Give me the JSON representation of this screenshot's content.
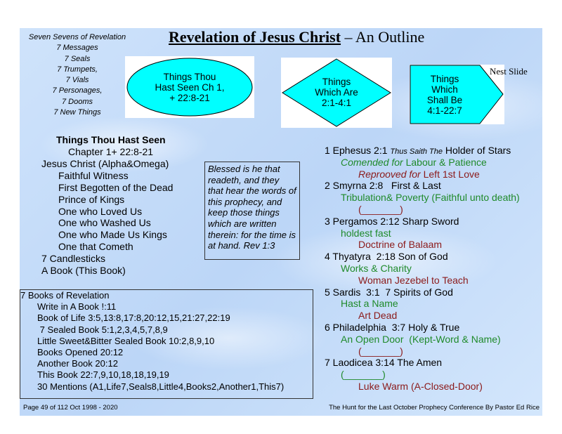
{
  "sevens": {
    "title": "Seven Sevens of Revelation",
    "items": [
      "7 Messages",
      "7 Seals",
      "7 Trumpets,",
      "7 Vials",
      "7 Personages,",
      "7 Dooms",
      "7 New Things"
    ]
  },
  "title": {
    "main": "Revelation of Jesus Christ",
    "sub": " – An Outline"
  },
  "shapes": {
    "ellipse": [
      "Things Thou",
      "Hast Seen Ch 1,",
      "+ 22:8-21"
    ],
    "diamond": [
      "Things",
      "Which Are",
      "2:1-4:1"
    ],
    "pentagon": [
      "Things",
      "Which",
      "Shall Be",
      "4:1-22:7"
    ],
    "next_link": "Nest Slide",
    "fill": "#00ffff"
  },
  "seen": {
    "heading": "Things Thou Hast Seen",
    "items": [
      {
        "text": "Chapter 1+ 22:8-21",
        "indent": 1
      },
      {
        "text": "Jesus Christ (Alpha&Omega)",
        "indent": 0
      },
      {
        "text": "Faithful Witness",
        "indent": 2
      },
      {
        "text": "First Begotten of the Dead",
        "indent": 2
      },
      {
        "text": "Prince of Kings",
        "indent": 2
      },
      {
        "text": "One who Loved Us",
        "indent": 2
      },
      {
        "text": "One who Washed Us",
        "indent": 2
      },
      {
        "text": "One who Made Us Kings",
        "indent": 2
      },
      {
        "text": "One that Cometh",
        "indent": 2
      },
      {
        "text": "7 Candlesticks",
        "indent": 0
      },
      {
        "text": "A Book (This Book)",
        "indent": 0
      }
    ]
  },
  "quote": "Blessed is he that readeth, and they that hear the words of this prophecy, and keep those things which are written therein: for the time is at hand. Rev 1:3",
  "books": {
    "heading": "7 Books of Revelation",
    "items": [
      "Write in A Book !:11",
      "Book of Life 3:5,13:8,17:8,20:12,15,21:27,22:19",
      " 7 Sealed Book 5:1,2,3,4,5,7,8,9",
      "Little Sweet&Bitter Sealed Book 10:2,8,9,10",
      "Books Opened 20:12",
      "Another Book 20:12",
      "This Book 22:7,9,10,18,18,19,19",
      "30 Mentions (A1,Life7,Seals8,Little4,Books2,Another1,This7)"
    ]
  },
  "churches": [
    {
      "head": "1 Ephesus 2:1 ",
      "head_small": "Thus Saith The",
      "head_rest": " Holder of Stars",
      "good_pre": "Comended for",
      "good": " Labour & Patience",
      "bad_pre": "Reprooved for",
      "bad": " Left 1st Love"
    },
    {
      "head": "2 Smyrna 2:8   First & Last",
      "good": "Tribulation& Poverty (Faithful unto death)",
      "bad": "(_______)"
    },
    {
      "head": "3 Pergamos 2:12 Sharp Sword",
      "good": "holdest fast",
      "bad": "Doctrine of Balaam"
    },
    {
      "head": "4 Thyatyra  2:18 Son of God",
      "good": "Works & Charity",
      "bad": "Woman Jezebel to Teach"
    },
    {
      "head": "5 Sardis  3:1  7 Spirits of God",
      "good": "Hast a Name",
      "bad": "Art Dead"
    },
    {
      "head": "6 Philadelphia  3:7 Holy & True",
      "good": "An Open Door  (Kept-Word & Name)",
      "bad": "(_______)"
    },
    {
      "head": "7 Laodicea 3:14 The Amen",
      "good": "(_______)",
      "bad": "Luke Warm (A-Closed-Door)"
    }
  ],
  "footer": {
    "left": "Page 49 of 112 Oct 1998 - 2020",
    "right": "The Hunt for the Last October Prophecy Conference By Pastor Ed Rice"
  }
}
